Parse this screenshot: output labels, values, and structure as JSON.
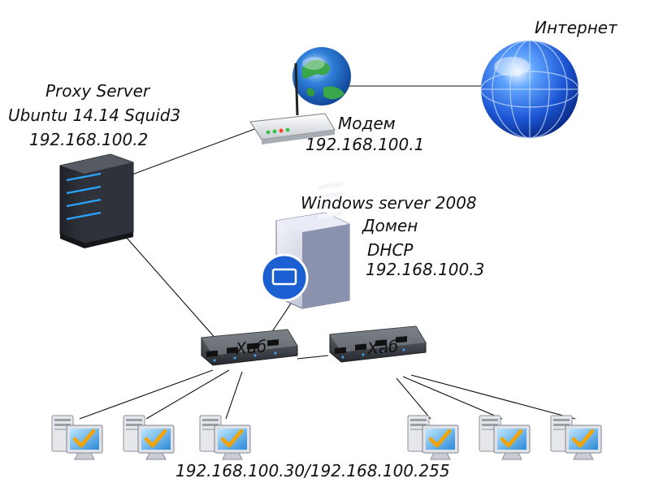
{
  "labels": {
    "internet": "Интернет",
    "proxy_title": "Proxy Server",
    "proxy_os": "Ubuntu 14.14 Squid3",
    "proxy_ip": "192.168.100.2",
    "modem_title": "Модем",
    "modem_ip": "192.168.100.1",
    "win_title": "Windows server 2008",
    "win_domain": "Домен",
    "win_dhcp": "DHCP",
    "win_ip": "192.168.100.3",
    "hub_left": "Хаб",
    "hub_right": "Хаб",
    "clients_range": "192.168.100.30/192.168.100.255"
  },
  "icons": {
    "internet": "globe-icon",
    "modem": "router-icon",
    "proxy": "server-tower-icon",
    "windows_server": "windows-server-icon",
    "hub": "network-hub-icon",
    "client": "workstation-icon"
  },
  "colors": {
    "line": "#111111",
    "globe_blue": "#1f5fd6",
    "globe_ocean": "#1e6fc6",
    "globe_land": "#39a64a",
    "server_dark": "#2d3038",
    "server_led": "#2ba4ff",
    "hub_body": "#3a3f46",
    "monitor_check": "#f4a300"
  }
}
